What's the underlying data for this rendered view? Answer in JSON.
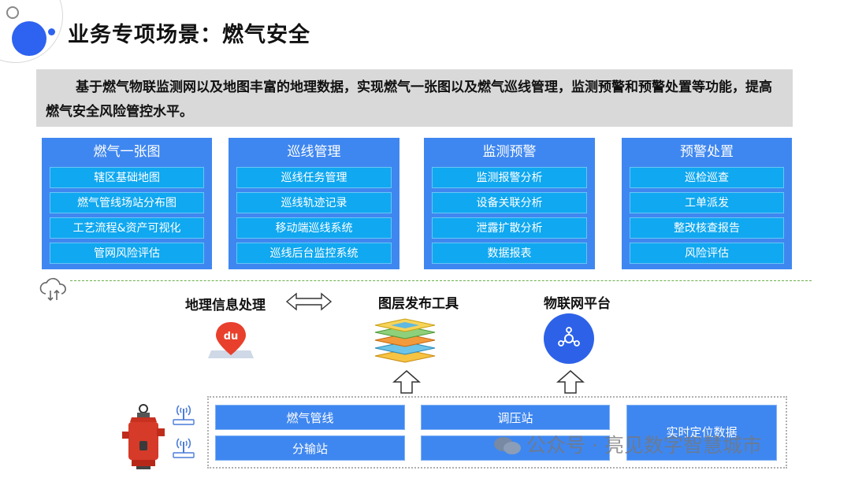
{
  "header": {
    "title": "业务专项场景：燃气安全"
  },
  "intro": {
    "text": "基于燃气物联监测网以及地图丰富的地理数据，实现燃气一张图以及燃气巡线管理，监测预警和预警处置等功能，提高燃气安全风险管控水平。"
  },
  "cards": [
    {
      "title": "燃气一张图",
      "items": [
        "辖区基础地图",
        "燃气管线场站分布图",
        "工艺流程&资产可视化",
        "管网风险评估"
      ]
    },
    {
      "title": "巡线管理",
      "items": [
        "巡线任务管理",
        "巡线轨迹记录",
        "移动端巡线系统",
        "巡线后台监控系统"
      ]
    },
    {
      "title": "监测预警",
      "items": [
        "监测报警分析",
        "设备关联分析",
        "泄露扩散分析",
        "数据报表"
      ]
    },
    {
      "title": "预警处置",
      "items": [
        "巡检巡查",
        "工单派发",
        "整改核查报告",
        "风险评估"
      ]
    }
  ],
  "tools": {
    "geo_label": "地理信息处理",
    "layer_label": "图层发布工具",
    "iot_label": "物联网平台",
    "du_logo_text": "du"
  },
  "bottom": {
    "cells": [
      "燃气管线",
      "分输站",
      "调压站",
      "",
      "实时定位数据"
    ]
  },
  "watermark": {
    "text": "公众号 · 亮见数字智慧城市"
  },
  "colors": {
    "accent": "#2e62f0",
    "card_bg": "#3f87f0",
    "item_bg": "#10a8f0",
    "intro_bg": "#d9d9d9"
  },
  "icons": [
    "cloud-sync-icon",
    "double-arrow-icon",
    "baidu-map-logo",
    "layers-map-icon",
    "iot-platform-icon",
    "up-arrow-icon",
    "gas-detector-device",
    "antenna-icon",
    "wechat-icon"
  ]
}
